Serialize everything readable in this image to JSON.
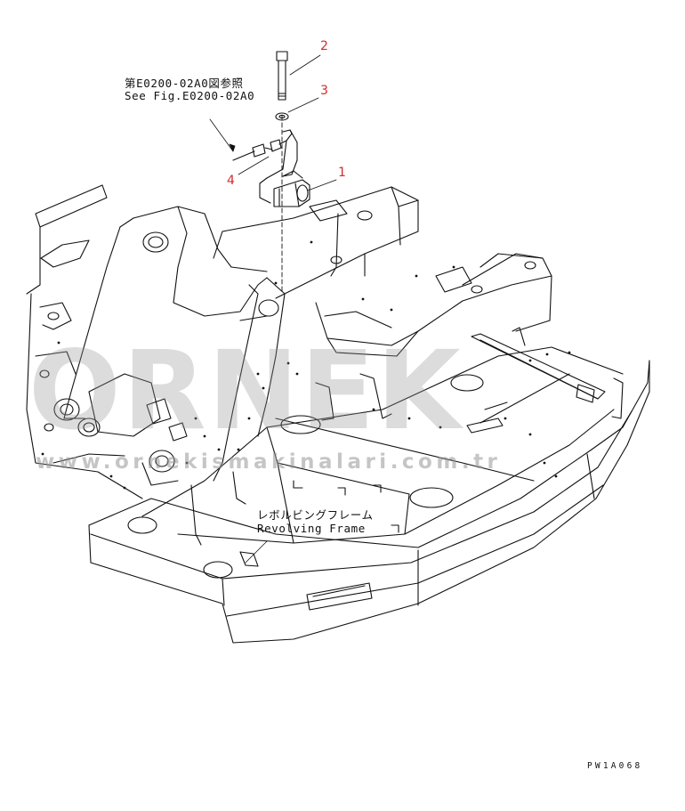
{
  "reference": {
    "line_jp": "第E0200-02A0図参照",
    "line_en": "See Fig.E0200-02A0"
  },
  "frame_label": {
    "line_jp": "レボルビングフレーム",
    "line_en": "Revolving Frame"
  },
  "callouts": [
    {
      "number": "1",
      "part": "horn"
    },
    {
      "number": "2",
      "part": "bolt"
    },
    {
      "number": "3",
      "part": "washer"
    },
    {
      "number": "4",
      "part": "wire harness"
    }
  ],
  "drawing_code": "PW1A068",
  "watermark": {
    "brand": "ORNEK",
    "url": "www.ornekismakinalari.com.tr"
  },
  "colors": {
    "line": "#111111",
    "callout": "#d42a2a",
    "watermark": "#969696"
  }
}
